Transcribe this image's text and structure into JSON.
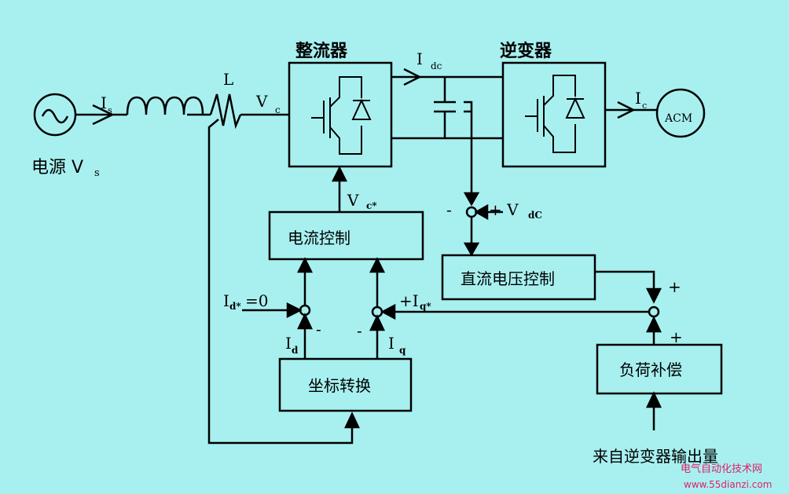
{
  "colors": {
    "background": "#a8f0f0",
    "ink": "#000000",
    "watermark": "#e0206a"
  },
  "labels": {
    "rectifier": "整流器",
    "inverter": "逆变器",
    "source": "电源 V",
    "source_sub": "s",
    "inductor": "L",
    "current_is": "I",
    "current_is_sub": "s",
    "voltage_vc": "V",
    "voltage_vc_sub": "c",
    "idc": "I",
    "idc_sub": "dc",
    "load_current": "I",
    "load_current_sub": "c",
    "motor": "ACM",
    "vcref": "V",
    "vcref_sub": "c*",
    "vdc_sign": "-",
    "vdc_ref": "+ V",
    "vdc_ref_sub": "dC",
    "current_ctrl": "电流控制",
    "dc_voltage_ctrl": "直流电压控制",
    "load_comp": "负荷补偿",
    "coord_transform": "坐标转换",
    "idref": "I",
    "idref_sub": "d*",
    "idref_val": "=0",
    "iqref": "+I",
    "iqref_sub": "q*",
    "id": "I",
    "id_sub": "d",
    "iq": "I",
    "iq_sub": "q",
    "minus_d": "-",
    "minus_q": "-",
    "plus_top": "+",
    "plus_bottom": "+",
    "inverter_input": "来自逆变器输出量",
    "watermark_cn": "电气自动化技术网",
    "watermark_url": "www.55dianzi.com"
  }
}
